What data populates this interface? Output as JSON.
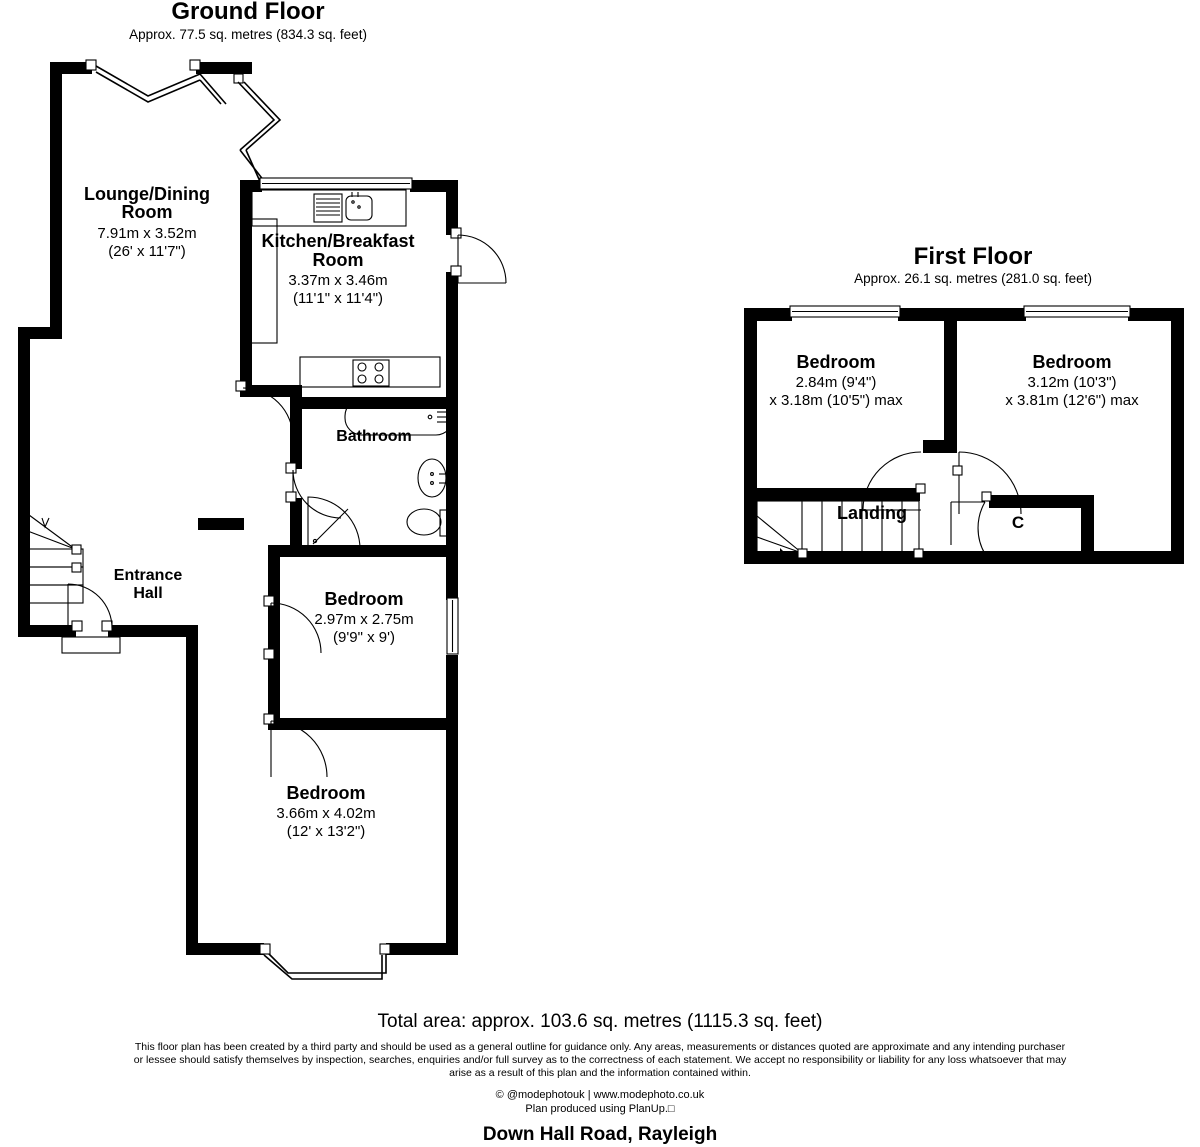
{
  "document": {
    "address_title": "Down Hall Road, Rayleigh",
    "total_area": "Total area: approx. 103.6 sq. metres (1115.3 sq. feet)",
    "disclaimer_line1": "This floor plan has been created by a third party and should be used as a general outline for guidance only. Any areas, measurements or distances quoted are approximate and any intending purchaser",
    "disclaimer_line2": "or lessee should satisfy themselves by inspection, searches, enquiries and/or full survey as to the correctness of each statement. We accept no responsibility or liability for any loss whatsoever that may",
    "disclaimer_line3": "arise as a result of this plan and the information contained within.",
    "credit_line1": "© @modephotouk | www.modephoto.co.uk",
    "credit_line2": "Plan produced using PlanUp.□"
  },
  "floors": [
    {
      "id": "ground-floor",
      "title": "Ground Floor",
      "subtitle": "Approx. 77.5 sq. metres (834.3 sq. feet)",
      "rooms": [
        {
          "id": "lounge-dining-room",
          "name_line1": "Lounge/Dining",
          "name_line2": "Room",
          "dim_metric": "7.91m x 3.52m",
          "dim_imperial": "(26' x 11'7\")"
        },
        {
          "id": "kitchen-breakfast-room",
          "name_line1": "Kitchen/Breakfast",
          "name_line2": "Room",
          "dim_metric": "3.37m x 3.46m",
          "dim_imperial": "(11'1\" x 11'4\")"
        },
        {
          "id": "bathroom",
          "name_line1": "Bathroom",
          "name_line2": "",
          "dim_metric": "",
          "dim_imperial": ""
        },
        {
          "id": "entrance-hall",
          "name_line1": "Entrance",
          "name_line2": "Hall",
          "dim_metric": "",
          "dim_imperial": ""
        },
        {
          "id": "bedroom-ground-middle",
          "name_line1": "Bedroom",
          "name_line2": "",
          "dim_metric": "2.97m x 2.75m",
          "dim_imperial": "(9'9\" x 9')"
        },
        {
          "id": "bedroom-ground-rear",
          "name_line1": "Bedroom",
          "name_line2": "",
          "dim_metric": "3.66m x 4.02m",
          "dim_imperial": "(12' x 13'2\")"
        }
      ]
    },
    {
      "id": "first-floor",
      "title": "First Floor",
      "subtitle": "Approx. 26.1 sq. metres (281.0 sq. feet)",
      "rooms": [
        {
          "id": "bedroom-first-left",
          "name_line1": "Bedroom",
          "name_line2": "",
          "dim_metric": "2.84m (9'4\")",
          "dim_imperial": "x 3.18m (10'5\") max"
        },
        {
          "id": "bedroom-first-right",
          "name_line1": "Bedroom",
          "name_line2": "",
          "dim_metric": "3.12m (10'3\")",
          "dim_imperial": "x 3.81m (12'6\") max"
        },
        {
          "id": "landing",
          "name_line1": "Landing",
          "name_line2": "",
          "dim_metric": "",
          "dim_imperial": ""
        },
        {
          "id": "cupboard",
          "name_line1": "C",
          "name_line2": "",
          "dim_metric": "",
          "dim_imperial": ""
        }
      ]
    }
  ],
  "colors": {
    "wall": "#000000",
    "background": "#ffffff",
    "fixture_stroke": "#000000"
  }
}
